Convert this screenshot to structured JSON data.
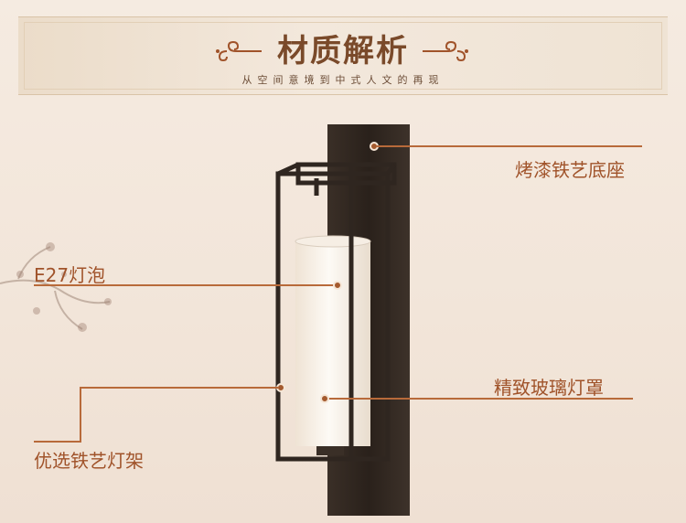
{
  "header": {
    "title": "材质解析",
    "subtitle": "从空间意境到中式人文的再现"
  },
  "callouts": {
    "base": "烤漆铁艺底座",
    "bulb": "E27灯泡",
    "shade": "精致玻璃灯罩",
    "frame": "优选铁艺灯架"
  },
  "colors": {
    "accent": "#a0532a",
    "iron": "#2f2620",
    "glass": "#fbf6ef",
    "background": "#f3e7dc"
  }
}
